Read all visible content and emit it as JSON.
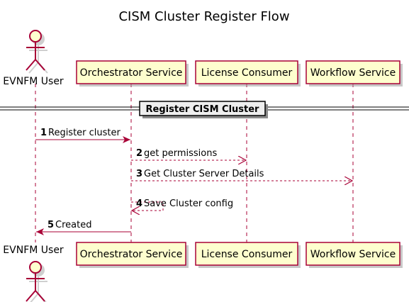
{
  "title": "CISM Cluster Register Flow",
  "colors": {
    "line": "#A80036",
    "box_fill": "#FEFECE",
    "section_fill": "#EEEEEE",
    "section_border": "#000000"
  },
  "participants": [
    {
      "id": "user",
      "label": "EVNFM User",
      "kind": "actor"
    },
    {
      "id": "orch",
      "label": "Orchestrator Service",
      "kind": "participant"
    },
    {
      "id": "lic",
      "label": "License Consumer",
      "kind": "participant"
    },
    {
      "id": "wf",
      "label": "Workflow Service",
      "kind": "participant"
    }
  ],
  "section": {
    "label": "Register CISM Cluster"
  },
  "messages": [
    {
      "num": "1",
      "text": "Register cluster",
      "from": "user",
      "to": "orch",
      "style": "solid"
    },
    {
      "num": "2",
      "text": "get permissions",
      "from": "orch",
      "to": "lic",
      "style": "dashed"
    },
    {
      "num": "3",
      "text": "Get Cluster Server Details",
      "from": "orch",
      "to": "wf",
      "style": "dashed"
    },
    {
      "num": "4",
      "text": "Save Cluster config",
      "from": "orch",
      "to": "orch",
      "style": "dashed"
    },
    {
      "num": "5",
      "text": "Created",
      "from": "orch",
      "to": "user",
      "style": "solid"
    }
  ]
}
